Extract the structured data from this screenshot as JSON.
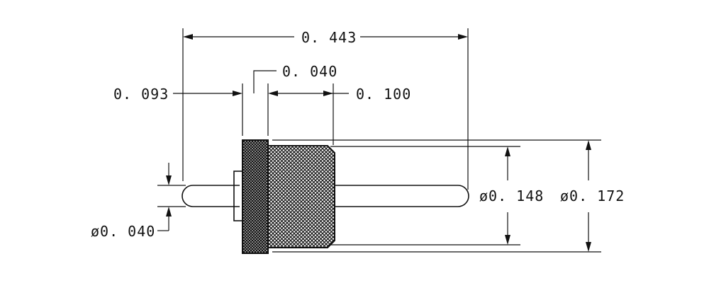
{
  "drawing": {
    "dimensions": {
      "overall_length": "0. 443",
      "collar_width": "0. 040",
      "left_length": "0. 093",
      "knurl_length": "0. 100",
      "pin_diameter": "ø0. 040",
      "knurl_diameter": "ø0. 148",
      "collar_diameter": "ø0. 172"
    },
    "colors": {
      "line": "#111111",
      "knurl_fill": "#2a2a2a",
      "background": "#ffffff"
    }
  }
}
